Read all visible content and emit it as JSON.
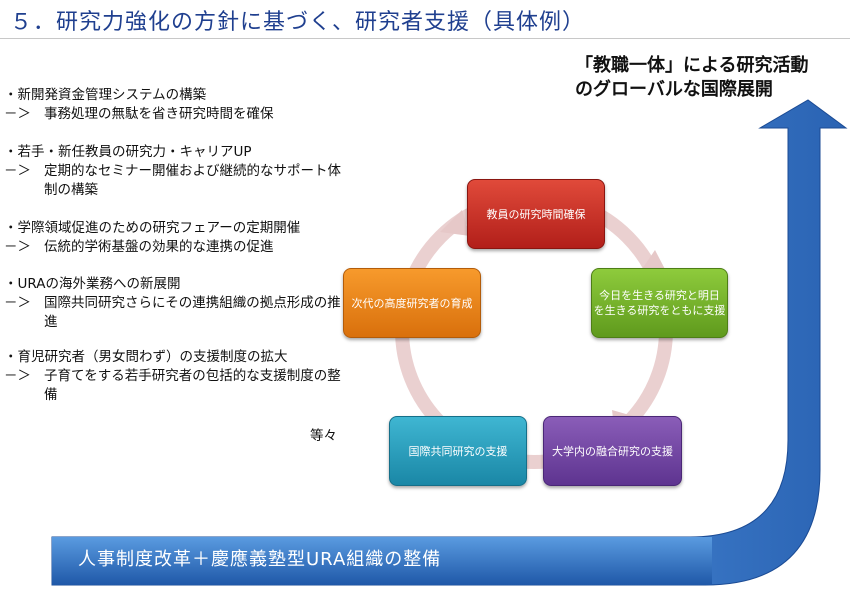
{
  "title": "５．研究力強化の方針に基づく、研究者支援（具体例）",
  "policies": [
    {
      "head": "・新開発資金管理システムの構築",
      "arrow": "－＞",
      "detail": "事務処理の無駄を省き研究時間を確保"
    },
    {
      "head": "・若手・新任教員の研究力・キャリアUP",
      "arrow": "－＞",
      "detail": "定期的なセミナー開催および継続的なサポート体制の構築"
    },
    {
      "head": "・学際領域促進のための研究フェアーの定期開催",
      "arrow": "－＞",
      "detail": "伝統的学術基盤の効果的な連携の促進"
    },
    {
      "head": "・URAの海外業務への新展開",
      "arrow": "－＞",
      "detail": "国際共同研究さらにその連携組織の拠点形成の推進"
    },
    {
      "head": "・育児研究者（男女問わず）の支援制度の拡大",
      "arrow": "－＞",
      "detail": "子育てをする若手研究者の包括的な支援制度の整備"
    }
  ],
  "etc_label": "等々",
  "goal": {
    "line1": "「教職一体」による研究活動",
    "line2": "のグローバルな国際展開"
  },
  "base_label": "人事制度改革＋慶應義塾型URA組織の整備",
  "cycle": {
    "red": "教員の研究時間確保",
    "green_line1": "今日を生きる研究と明日",
    "green_line2": "を生きる研究をともに支援",
    "purple": "大学内の融合研究の支援",
    "teal": "国際共同研究の支援",
    "orange": "次代の高度研究者の育成"
  },
  "colors": {
    "title": "#1f3f8f",
    "arrow_blue": "#3a78c9",
    "cycle_ring": "#e3c3c3"
  }
}
